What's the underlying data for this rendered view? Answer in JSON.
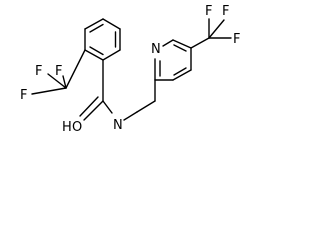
{
  "molecule": {
    "atoms": {
      "amide_oxygen": "O",
      "amide_nitrogen": "N",
      "amide_hydrogen": "H",
      "pyridine_nitrogen": "N",
      "left_cf3": {
        "f_upper_left": "F",
        "f_upper_right": "F",
        "f_left": "F"
      },
      "right_cf3": {
        "f_upper_left": "F",
        "f_upper_right": "F",
        "f_right": "F"
      }
    }
  }
}
